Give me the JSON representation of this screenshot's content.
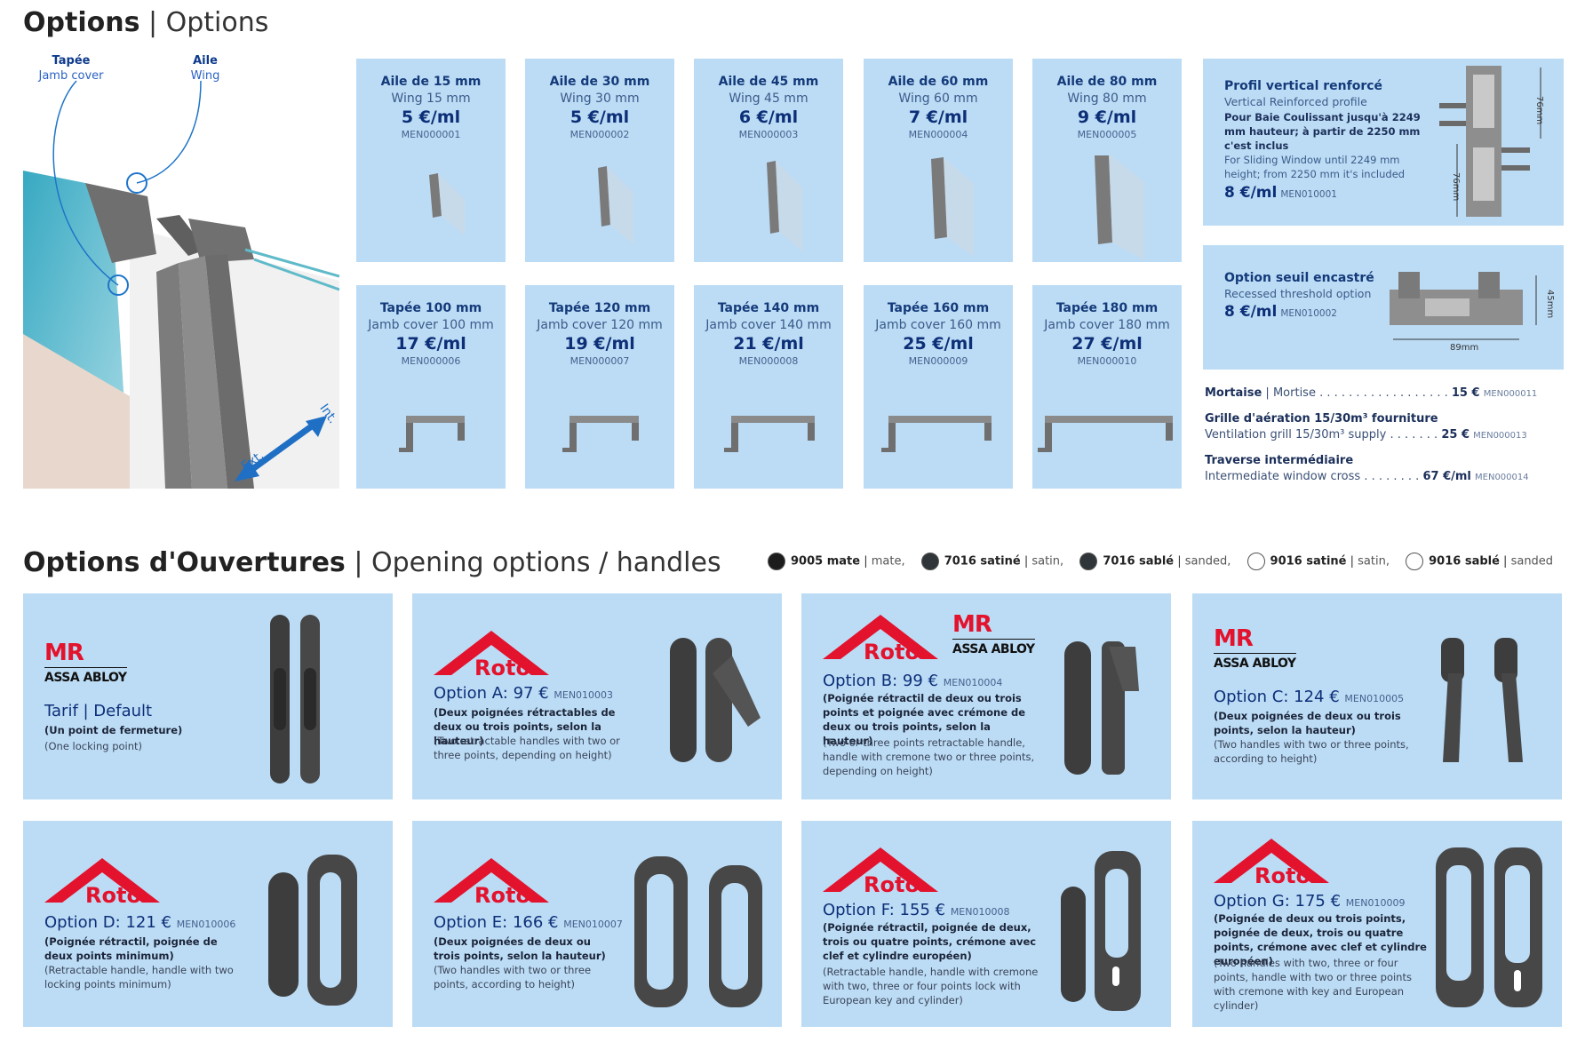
{
  "options_section": {
    "title_fr": "Options",
    "separator": "|",
    "title_en": "Options"
  },
  "hero": {
    "label_jamb_fr": "Tapée",
    "label_jamb_en": "Jamb cover",
    "label_wing_fr": "Aile",
    "label_wing_en": "Wing",
    "ext_label": "Ext.",
    "int_label": "Int."
  },
  "wing_cards": [
    {
      "fr": "Aile de 15 mm",
      "en": "Wing 15 mm",
      "price": "5 €/ml",
      "ref": "MEN000001"
    },
    {
      "fr": "Aile de 30 mm",
      "en": "Wing 30 mm",
      "price": "5 €/ml",
      "ref": "MEN000002"
    },
    {
      "fr": "Aile de 45 mm",
      "en": "Wing 45 mm",
      "price": "6 €/ml",
      "ref": "MEN000003"
    },
    {
      "fr": "Aile de 60 mm",
      "en": "Wing 60 mm",
      "price": "7 €/ml",
      "ref": "MEN000004"
    },
    {
      "fr": "Aile de 80 mm",
      "en": "Wing 80 mm",
      "price": "9 €/ml",
      "ref": "MEN000005"
    }
  ],
  "jamb_cards": [
    {
      "fr": "Tapée 100 mm",
      "en": "Jamb cover 100 mm",
      "price": "17 €/ml",
      "ref": "MEN000006"
    },
    {
      "fr": "Tapée 120 mm",
      "en": "Jamb cover 120 mm",
      "price": "19 €/ml",
      "ref": "MEN000007"
    },
    {
      "fr": "Tapée 140 mm",
      "en": "Jamb cover 140 mm",
      "price": "21 €/ml",
      "ref": "MEN000008"
    },
    {
      "fr": "Tapée 160 mm",
      "en": "Jamb cover 160 mm",
      "price": "25 €/ml",
      "ref": "MEN000009"
    },
    {
      "fr": "Tapée 180 mm",
      "en": "Jamb cover 180 mm",
      "price": "27 €/ml",
      "ref": "MEN000010"
    }
  ],
  "reinforced": {
    "title_fr": "Profil vertical renforcé",
    "title_en": "Vertical Reinforced profile",
    "desc_fr": "Pour Baie Coulissant jusqu'à 2249 mm hauteur; à partir de 2250 mm c'est inclus",
    "desc_en": "For Sliding Window until 2249 mm height; from 2250 mm it's included",
    "price": "8 €/ml",
    "ref": "MEN010001",
    "dim_a": "76mm",
    "dim_b": "76mm"
  },
  "threshold": {
    "title_fr": "Option seuil encastré",
    "title_en": "Recessed threshold option",
    "price": "8 €/ml",
    "ref": "MEN010002",
    "dim_h": "45mm",
    "dim_w": "89mm"
  },
  "extras": {
    "mortise_label": "Mortaise",
    "mortise_en": "Mortise",
    "mortise_dots": ". . . . . . . . . . . . . . . . . .",
    "mortise_price": "15 €",
    "mortise_ref": "MEN000011",
    "grill_fr": "Grille d'aération 15/30m³ fourniture",
    "grill_en": "Ventilation grill 15/30m³ supply",
    "grill_dots": ". . . . . . .",
    "grill_price": "25 €",
    "grill_ref": "MEN000013",
    "cross_fr": "Traverse intermédiaire",
    "cross_en": "Intermediate window cross",
    "cross_dots": ". . . . . . . .",
    "cross_price": "67 €/ml",
    "cross_ref": "MEN000014"
  },
  "opening_section": {
    "title_fr": "Options d'Ouvertures",
    "separator": "|",
    "title_en": "Opening options / handles"
  },
  "colors": [
    {
      "code": "9005 mate",
      "en": "mate,",
      "hex": "#1c1c1c"
    },
    {
      "code": "7016 satiné",
      "en": "satin,",
      "hex": "#2f3538"
    },
    {
      "code": "7016 sablé",
      "en": "sanded,",
      "hex": "#2f3538"
    },
    {
      "code": "9016 satiné",
      "en": "satin,",
      "hex": "#ffffff"
    },
    {
      "code": "9016 sablé",
      "en": "sanded",
      "hex": "#ffffff"
    }
  ],
  "logos": {
    "mr": "MR",
    "assa": "ASSA ABLOY",
    "roto": "Roto"
  },
  "handles": [
    {
      "title": "Tarif | Default",
      "ref": "",
      "fr": "(Un point de fermeture)",
      "en": "(One locking point)"
    },
    {
      "title": "Option A: 97 €",
      "ref": "MEN010003",
      "fr": "(Deux poignées rétractables de deux ou trois points, selon la hauteur)",
      "en": "(Two retractable handles with two or three points, depending on height)"
    },
    {
      "title": "Option B: 99 €",
      "ref": "MEN010004",
      "fr": "(Poignée rétractil de deux ou trois points et poignée avec crémone de deux ou trois points, selon la hauteur)",
      "en": "(Two or three points retractable handle, handle with cremone two or three points, depending on height)"
    },
    {
      "title": "Option C: 124 €",
      "ref": "MEN010005",
      "fr": "(Deux poignées de deux ou trois points, selon la hauteur)",
      "en": "(Two handles with two or three points, according to height)"
    },
    {
      "title": "Option D: 121 €",
      "ref": "MEN010006",
      "fr": "(Poignée rétractil, poignée de deux points minimum)",
      "en": "(Retractable handle, handle with two locking points minimum)"
    },
    {
      "title": "Option E: 166 €",
      "ref": "MEN010007",
      "fr": "(Deux poignées de deux ou trois points, selon la hauteur)",
      "en": "(Two handles with two or three points, according to height)"
    },
    {
      "title": "Option F: 155 €",
      "ref": "MEN010008",
      "fr": "(Poignée rétractil, poignée de deux, trois ou quatre points, crémone avec clef et cylindre européen)",
      "en": "(Retractable handle, handle with cremone with two, three or four points lock with European key and cylinder)"
    },
    {
      "title": "Option G: 175 €",
      "ref": "MEN010009",
      "fr": "(Poignée de deux ou trois points, poignée de deux, trois ou quatre points, crémone avec clef et cylindre européen)",
      "en": "(Two handles with two, three or four points, handle with two or three points with cremone with key and European cylinder)"
    }
  ]
}
